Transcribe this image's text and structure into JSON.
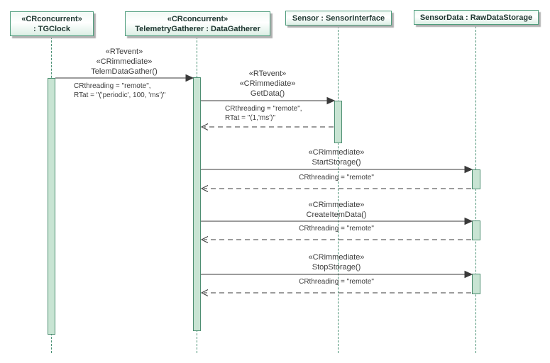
{
  "colors": {
    "box_border": "#4f9d7d",
    "box_shadow": "#b0b0b0",
    "lifeline": "#4a9174",
    "activation_fill": "#c8e4d3",
    "activation_border": "#4d8e71",
    "message_line": "#3a3a3a",
    "header_text": "#203832",
    "label_text": "#3c3c3c"
  },
  "lifelines": [
    {
      "stereotype": "«CRconcurrent»",
      "name": ": TGClock"
    },
    {
      "stereotype": "«CRconcurrent»",
      "name": "TelemetryGatherer : DataGatherer"
    },
    {
      "name": "Sensor : SensorInterface"
    },
    {
      "name": "SensorData : RawDataStorage"
    }
  ],
  "messages": [
    {
      "stereotypes": [
        "«RTevent»",
        "«CRimmediate»"
      ],
      "name": "TelemDataGather()",
      "props": [
        "CRthreading = \"remote\",",
        "RTat = \"('periodic', 100, 'ms')\""
      ],
      "from": 0,
      "to": 1,
      "has_return": false
    },
    {
      "stereotypes": [
        "«RTevent»",
        "«CRimmediate»"
      ],
      "name": "GetData()",
      "props": [
        "CRthreading = \"remote\",",
        "RTat = \"(1,'ms')\""
      ],
      "from": 1,
      "to": 2,
      "has_return": true
    },
    {
      "stereotypes": [
        "«CRimmediate»"
      ],
      "name": "StartStorage()",
      "props": [
        "CRthreading = \"remote\""
      ],
      "from": 1,
      "to": 3,
      "has_return": true
    },
    {
      "stereotypes": [
        "«CRimmediate»"
      ],
      "name": "CreateItemData()",
      "props": [
        "CRthreading = \"remote\""
      ],
      "from": 1,
      "to": 3,
      "has_return": true
    },
    {
      "stereotypes": [
        "«CRimmediate»"
      ],
      "name": "StopStorage()",
      "props": [
        "CRthreading = \"remote\""
      ],
      "from": 1,
      "to": 3,
      "has_return": true
    }
  ]
}
